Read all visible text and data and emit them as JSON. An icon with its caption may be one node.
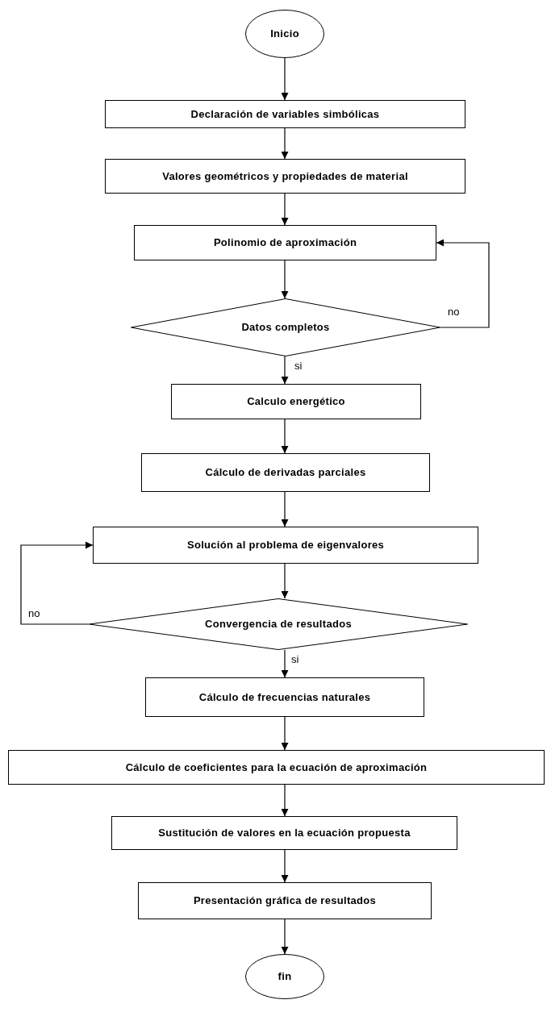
{
  "diagram": {
    "nodes": [
      {
        "text": [
          "Inicio"
        ]
      },
      {
        "text": [
          "Declaración de variables simbólicas"
        ]
      },
      {
        "text": [
          "Valores geométricos y propiedades de material"
        ]
      },
      {
        "text": [
          "Polinomio de aproximación"
        ]
      },
      {
        "text": [
          "Datos completos"
        ]
      },
      {
        "text": [
          "Calculo energético"
        ]
      },
      {
        "text": [
          "Cálculo de derivadas parciales"
        ]
      },
      {
        "text": [
          "Solución al problema de eigenvalores"
        ]
      },
      {
        "text": [
          "Convergencia de resultados"
        ]
      },
      {
        "text": [
          "Cálculo de frecuencias naturales"
        ]
      },
      {
        "text": [
          "Cálculo de coeficientes para la ecuación de aproximación"
        ]
      },
      {
        "text": [
          "Sustitución de valores en la ecuación propuesta"
        ]
      },
      {
        "text": [
          "Presentación gráfica de resultados"
        ]
      },
      {
        "text": [
          "fin"
        ]
      }
    ],
    "edges": [
      {
        "from": 0,
        "to": 1,
        "arrow": "to"
      },
      {
        "from": 1,
        "to": 2,
        "arrow": "to"
      },
      {
        "from": 2,
        "to": 3,
        "arrow": "to"
      },
      {
        "from": 3,
        "to": 4,
        "arrow": "to"
      },
      {
        "from": 4,
        "to": 3,
        "arrow": "to",
        "label": "no"
      },
      {
        "from": 4,
        "to": 5,
        "arrow": "to",
        "label": "si"
      },
      {
        "from": 5,
        "to": 6,
        "arrow": "to"
      },
      {
        "from": 6,
        "to": 7,
        "arrow": "to"
      },
      {
        "from": 7,
        "to": 8,
        "arrow": "to"
      },
      {
        "from": 8,
        "to": 7,
        "arrow": "to",
        "label": "no"
      },
      {
        "from": 8,
        "to": 9,
        "arrow": "to",
        "label": "si"
      },
      {
        "from": 9,
        "to": 10,
        "arrow": "to"
      },
      {
        "from": 10,
        "to": 11,
        "arrow": "to"
      },
      {
        "from": 11,
        "to": 12,
        "arrow": "to"
      },
      {
        "from": 12,
        "to": 13,
        "arrow": "to"
      }
    ]
  }
}
